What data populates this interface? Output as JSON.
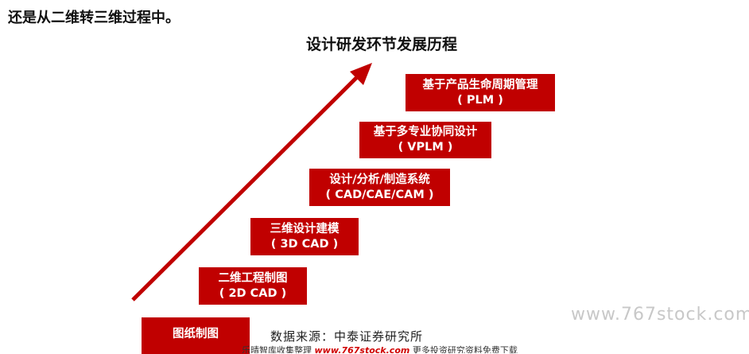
{
  "heading": "还是从二维转三维过程中。",
  "title": "设计研发环节发展历程",
  "colors": {
    "stage_fill": "#c00000",
    "arrow": "#c00000",
    "stage_text": "#ffffff"
  },
  "stages": [
    {
      "line1": "图纸制图",
      "line2": ""
    },
    {
      "line1": "二维工程制图",
      "line2": "( 2D CAD )"
    },
    {
      "line1": "三维设计建模",
      "line2": "( 3D CAD )"
    },
    {
      "line1": "设计/分析/制造系统",
      "line2": "( CAD/CAE/CAM )"
    },
    {
      "line1": "基于多专业协同设计",
      "line2": "( VPLM )"
    },
    {
      "line1": "基于产品生命周期管理",
      "line2": "( PLM )"
    }
  ],
  "source_note": "数据来源：中泰证券研究所",
  "footer": {
    "left": "乐晴智库收集整理",
    "middle": "www.767stock.com",
    "right": "更多投资研究资料免费下载"
  },
  "watermark": "www.767stock.com"
}
